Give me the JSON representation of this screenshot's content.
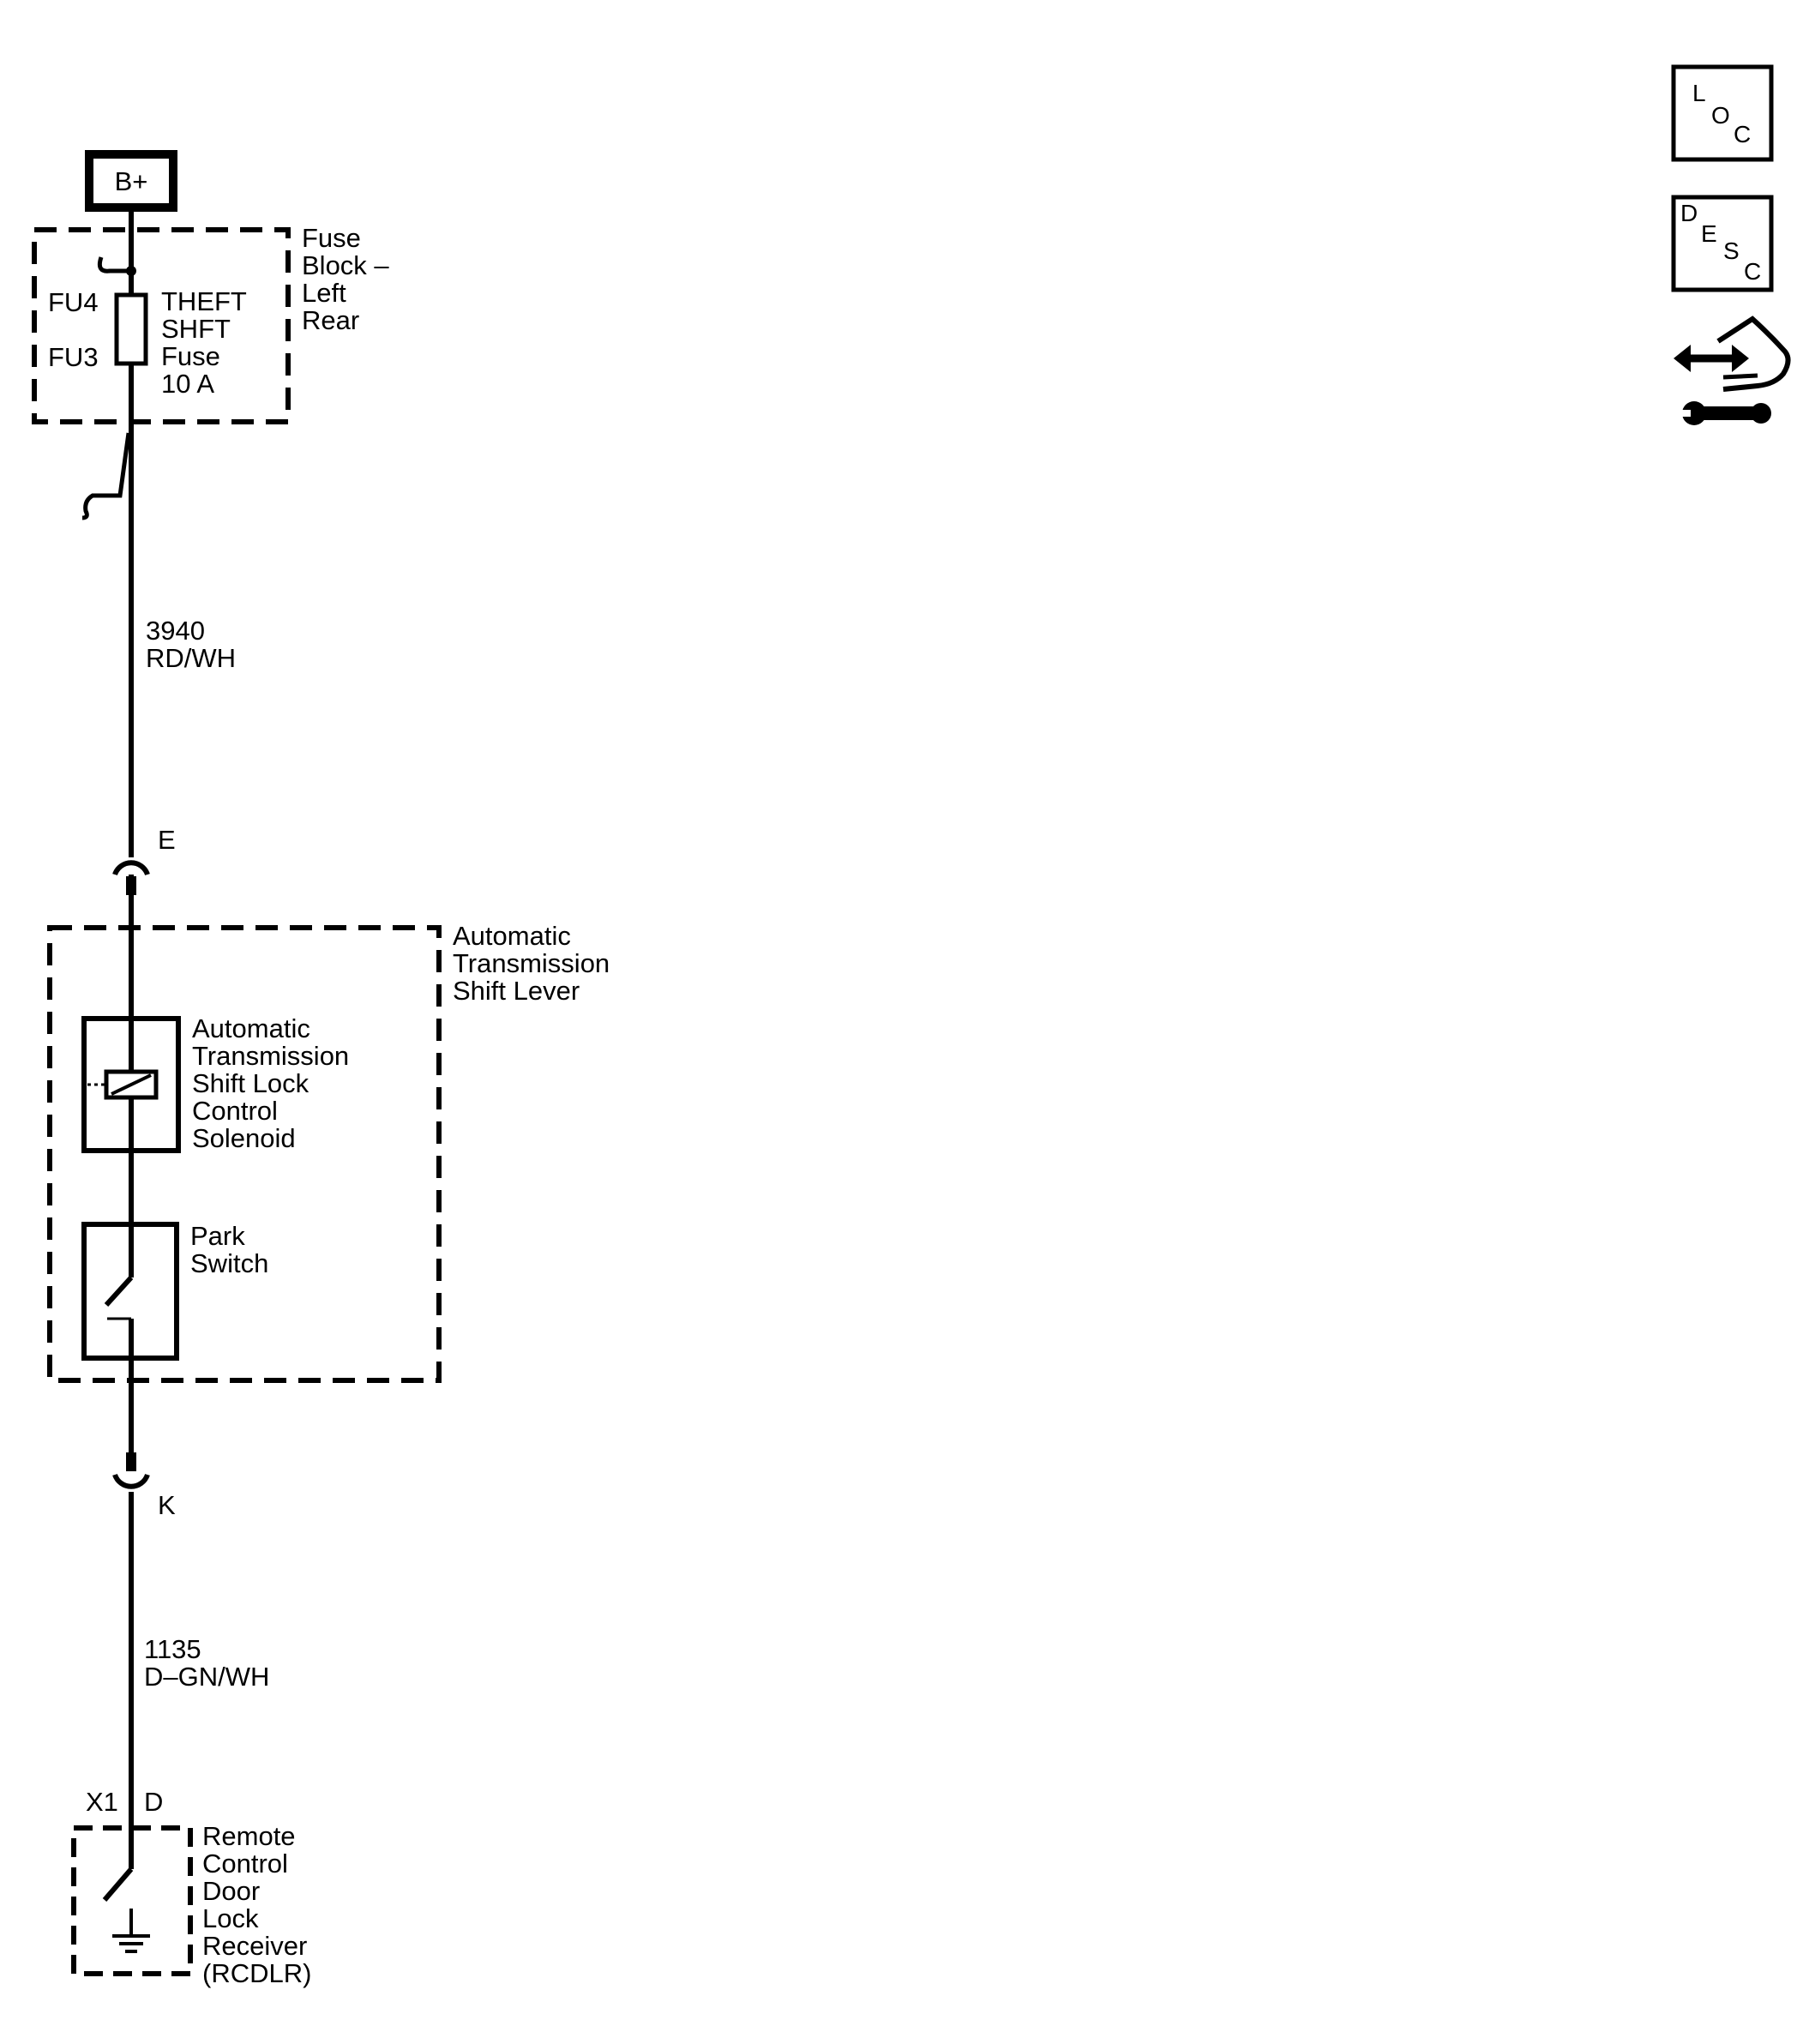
{
  "power_source": {
    "label": "B+"
  },
  "fuse_block": {
    "title_lines": [
      "Fuse",
      "Block –",
      "Left",
      "Rear"
    ],
    "fuse_pins": {
      "upper": "FU4",
      "lower": "FU3"
    },
    "fuse_lines": [
      "THEFT",
      "SHFT",
      "Fuse",
      "10 A"
    ]
  },
  "wire_upper": {
    "circuit": "3940",
    "color": "RD/WH"
  },
  "connector_top": {
    "pin": "E"
  },
  "shift_lever": {
    "title_lines": [
      "Automatic",
      "Transmission",
      "Shift Lever"
    ],
    "solenoid_lines": [
      "Automatic",
      "Transmission",
      "Shift Lock",
      "Control",
      "Solenoid"
    ],
    "switch_lines": [
      "Park",
      "Switch"
    ]
  },
  "connector_bottom": {
    "pin": "K"
  },
  "wire_lower": {
    "circuit": "1135",
    "color": "D–GN/WH"
  },
  "rcdlr": {
    "connector": "X1",
    "pin": "D",
    "title_lines": [
      "Remote",
      "Control",
      "Door",
      "Lock",
      "Receiver",
      "(RCDLR)"
    ]
  },
  "side_icons": {
    "loc": {
      "icon": "location-icon",
      "letters": [
        "L",
        "O",
        "C"
      ]
    },
    "desc": {
      "icon": "description-icon",
      "letters": [
        "D",
        "E",
        "S",
        "C"
      ]
    },
    "service": {
      "icon": "service-procedure-icon"
    }
  }
}
